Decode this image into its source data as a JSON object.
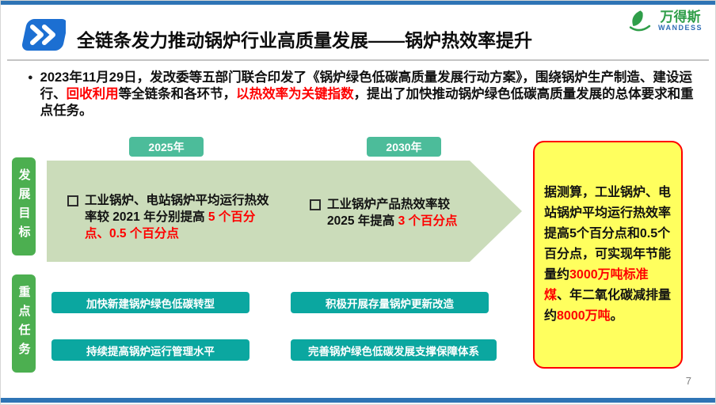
{
  "colors": {
    "bar_blue": "#2e74b5",
    "icon_blue": "#1c6fd2",
    "accent_red": "#fe0000",
    "arrow_green": "#cbdcba",
    "tag_green": "#4cbc9a",
    "button_teal": "#0ba7a0",
    "green_label": "#4caf50",
    "callout_yellow": "#ffff5e",
    "callout_border": "#ff0000",
    "logo_green": "#2f9e49",
    "logo_blue": "#2f6db5"
  },
  "header": {
    "title": "全链条发力推动锅炉行业高质量发展——锅炉热效率提升",
    "logo_cn": "万得斯",
    "logo_en": "WANDESS"
  },
  "intro": {
    "bullet": "●",
    "segments": [
      {
        "t": "2023年11月29日，发改委等五部门联合印发了《锅炉绿色低碳高质量发展行动方案》，围绕锅炉生产制造、建设运行、"
      },
      {
        "t": "回收利用",
        "c": "accent_red"
      },
      {
        "t": "等全链条和各环节，"
      },
      {
        "t": "以热效率为关键指数",
        "c": "accent_red"
      },
      {
        "t": "，提出了加快推动锅炉绿色低碳高质量发展的总体要求和重点任务。"
      }
    ]
  },
  "sections": {
    "goals_label": "发展目标",
    "tasks_label": "重点任务"
  },
  "timeline": {
    "years": [
      "2025年",
      "2030年"
    ],
    "goals": [
      {
        "segments": [
          {
            "t": "工业锅炉、电站锅炉平均运行热效率较 2021 年分别提高 "
          },
          {
            "t": "5 个百分点、0.5 个百分点",
            "c": "accent_red"
          }
        ]
      },
      {
        "segments": [
          {
            "t": "工业锅炉产品热效率较 2025 年提高 "
          },
          {
            "t": "3 个百分点",
            "c": "accent_red"
          }
        ]
      }
    ]
  },
  "callout": {
    "segments": [
      {
        "t": "据测算，工业锅炉、电站锅炉平均运行热效率提高5个百分点和0.5个百分点，可实现年节能量约"
      },
      {
        "t": "3000万吨标准煤",
        "c": "accent_red"
      },
      {
        "t": "、年二氧化碳减排量约"
      },
      {
        "t": "8000万吨",
        "c": "accent_red"
      },
      {
        "t": "。"
      }
    ]
  },
  "tasks": [
    "加快新建锅炉绿色低碳转型",
    "积极开展存量锅炉更新改造",
    "持续提高锅炉运行管理水平",
    "完善锅炉绿色低碳发展支撑保障体系"
  ],
  "footer": {
    "page_number": "7"
  }
}
